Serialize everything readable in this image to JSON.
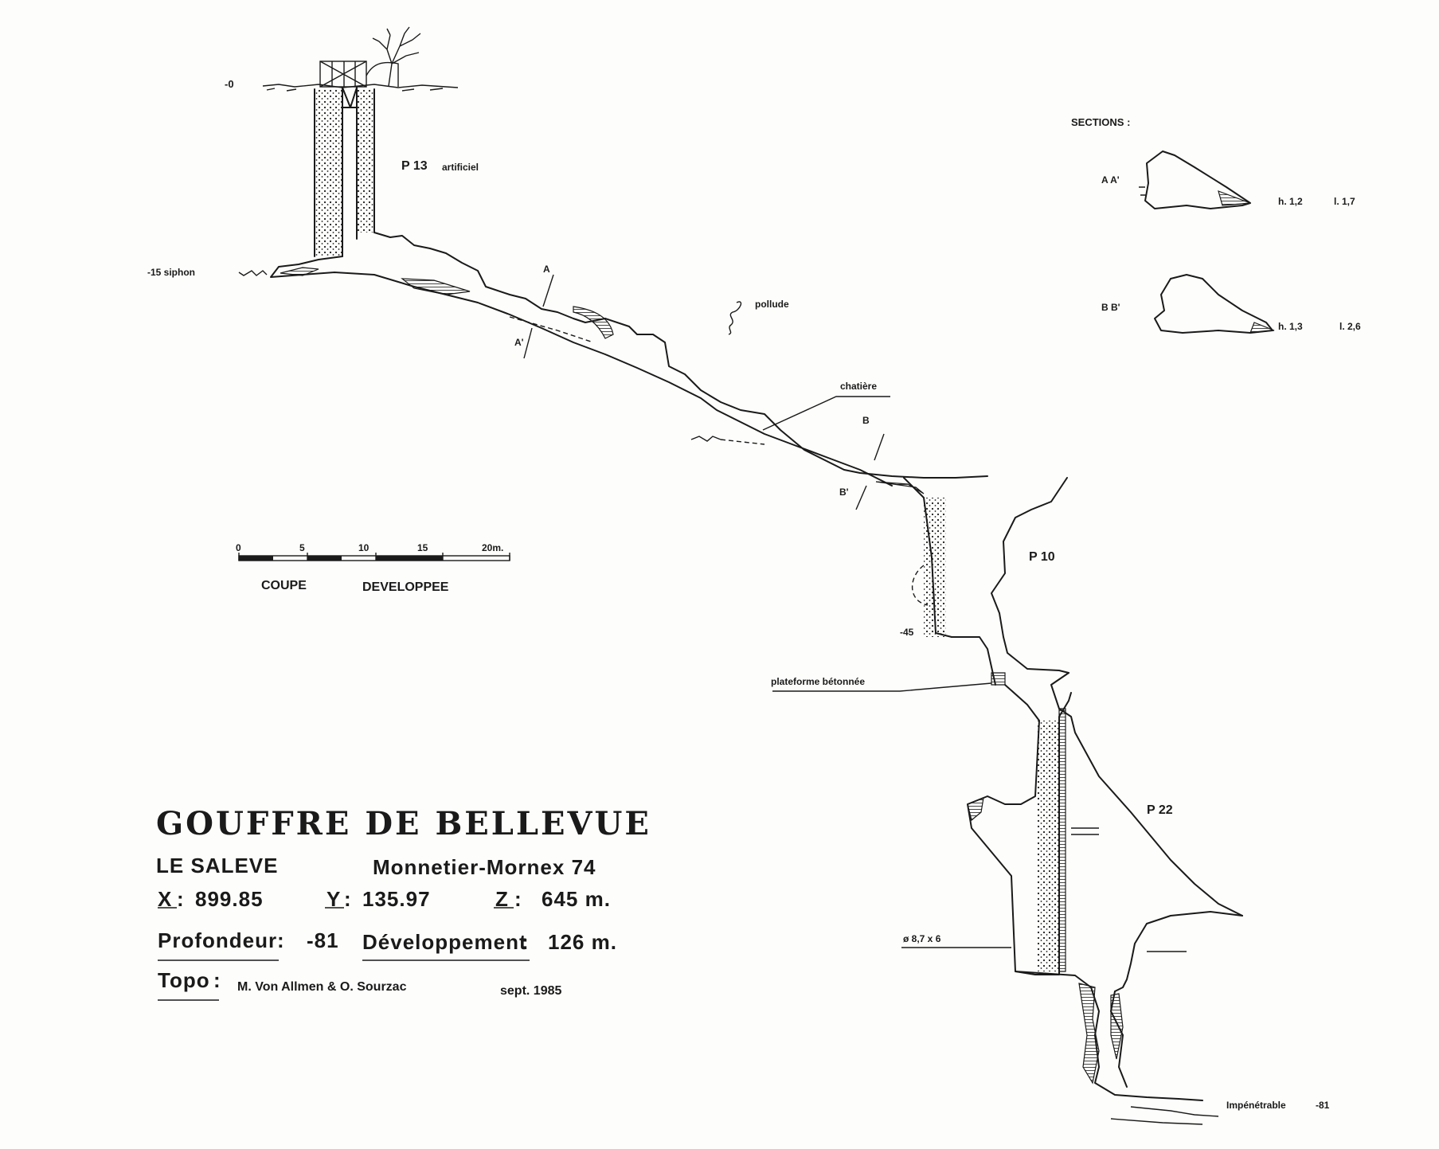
{
  "title": "GOUFFRE DE BELLEVUE",
  "location": {
    "massif": "LE SALEVE",
    "commune": "Monnetier-Mornex 74"
  },
  "coordinates": {
    "x_label": "X",
    "x_value": "899.85",
    "y_label": "Y",
    "y_value": "135.97",
    "z_label": "Z",
    "z_value": "645 m."
  },
  "stats": {
    "depth_label": "Profondeur",
    "depth_value": "-81",
    "development_label": "Développement",
    "development_value": "126 m."
  },
  "survey": {
    "label": "Topo",
    "authors": "M. Von Allmen & O. Sourzac",
    "date": "sept. 1985"
  },
  "scale_bar": {
    "ticks": [
      "0",
      "5",
      "10",
      "15",
      "20m."
    ],
    "caption_1": "COUPE",
    "caption_2": "DEVELOPPEE"
  },
  "profile_labels": {
    "surface_depth": "-0",
    "shaft_1": "P 13",
    "shaft_1_note": "artificiel",
    "siphon": "-15 siphon",
    "pollution": "pollude",
    "squeeze": "chatière",
    "section_a": "A",
    "section_a_prime": "A'",
    "section_b": "B",
    "section_b_prime": "B'",
    "shaft_2": "P 10",
    "depth_45": "-45",
    "platform": "plateforme bétonnée",
    "shaft_3": "P 22",
    "diameter": "ø 8,7 x 6",
    "end_note": "Impénétrable",
    "end_depth": "-81"
  },
  "sections": {
    "heading": "SECTIONS :",
    "aa": {
      "label": "A A'",
      "h": "h. 1,2",
      "l": "l. 1,7"
    },
    "bb": {
      "label": "B B'",
      "h": "h. 1,3",
      "l": "l. 2,6"
    }
  }
}
